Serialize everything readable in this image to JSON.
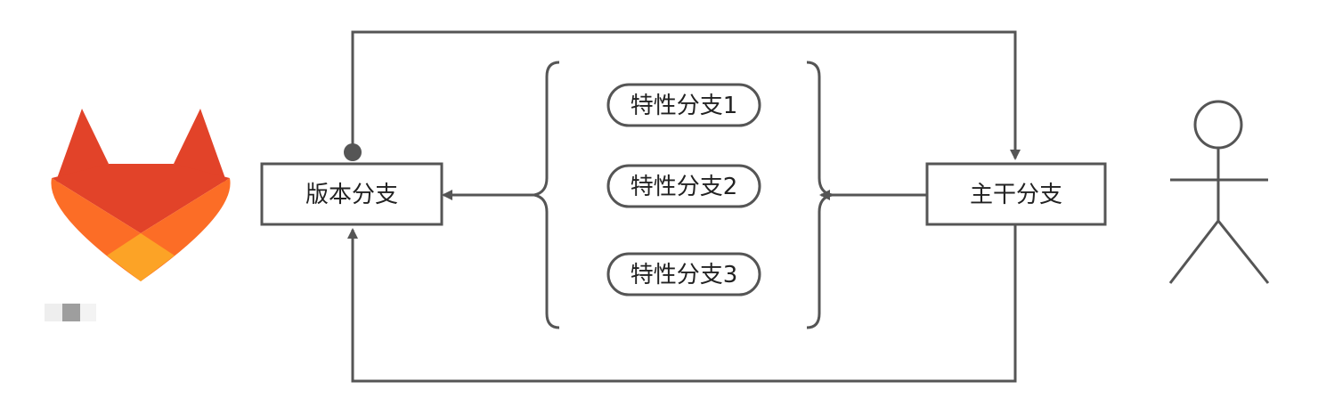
{
  "nodes": {
    "release_branch": {
      "label": "版本分支"
    },
    "trunk_branch": {
      "label": "主干分支"
    },
    "feature_branches": [
      {
        "label": "特性分支1"
      },
      {
        "label": "特性分支2"
      },
      {
        "label": "特性分支3"
      }
    ]
  },
  "icons": {
    "logo": "gitlab-logo-icon",
    "actor": "stick-figure-actor-icon"
  },
  "colors": {
    "line": "#555555",
    "box_stroke": "#555555",
    "text": "#222222",
    "logo_red": "#e24329",
    "logo_orange": "#fc6d26",
    "logo_yellow": "#fca326"
  }
}
